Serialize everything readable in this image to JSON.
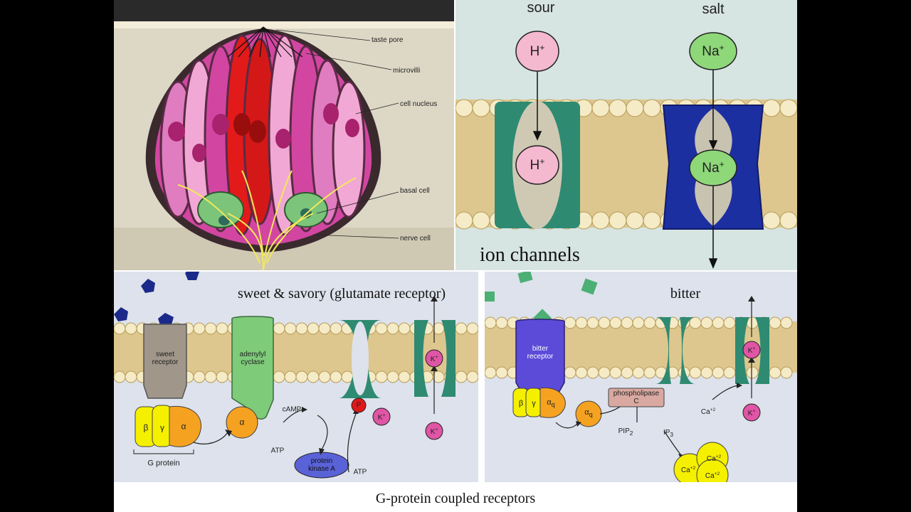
{
  "taste_bud": {
    "labels": {
      "taste_pore": "taste pore",
      "microvilli": "microvilli",
      "cell_nucleus": "cell nucleus",
      "basal_cell": "basal cell",
      "nerve_cell": "nerve cell"
    }
  },
  "ion_channels": {
    "title": "ion channels",
    "sour": {
      "label": "sour",
      "ion": "H",
      "ion_charge": "+"
    },
    "salt": {
      "label": "salt",
      "ion": "Na",
      "ion_charge": "+"
    }
  },
  "sweet_panel": {
    "title": "sweet & savory (glutamate receptor)",
    "receptor": "sweet receptor",
    "enzyme": "adenylyl cyclase",
    "beta": "β",
    "gamma": "γ",
    "alpha": "α",
    "g_protein": "G protein",
    "camp": "cAMP",
    "atp_1": "ATP",
    "atp_2": "ATP",
    "pka": "protein kinase A",
    "phosphate": "P",
    "k_ion": "K",
    "k_charge": "+"
  },
  "bitter_panel": {
    "title": "bitter",
    "receptor": "bitter receptor",
    "beta": "β",
    "gamma": "γ",
    "alpha": "α",
    "alpha_sub": "q",
    "plc": "phospholipase C",
    "pip": "PIP",
    "pip_sub": "2",
    "ip": "IP",
    "ip_sub": "3",
    "ca": "Ca",
    "ca_charge": "+2",
    "k_ion": "K",
    "k_charge": "+"
  },
  "caption": "G-protein coupled receptors",
  "colors": {
    "membrane": "#d8c48e",
    "phospholipid_head": "#f3e7bd",
    "h_ion": "#f4b8cf",
    "na_ion": "#8ed87a",
    "teal_channel": "#2f8a72",
    "blue_channel": "#1c2fa0",
    "k_ion": "#e055a5",
    "ca_ion": "#f4f000"
  }
}
